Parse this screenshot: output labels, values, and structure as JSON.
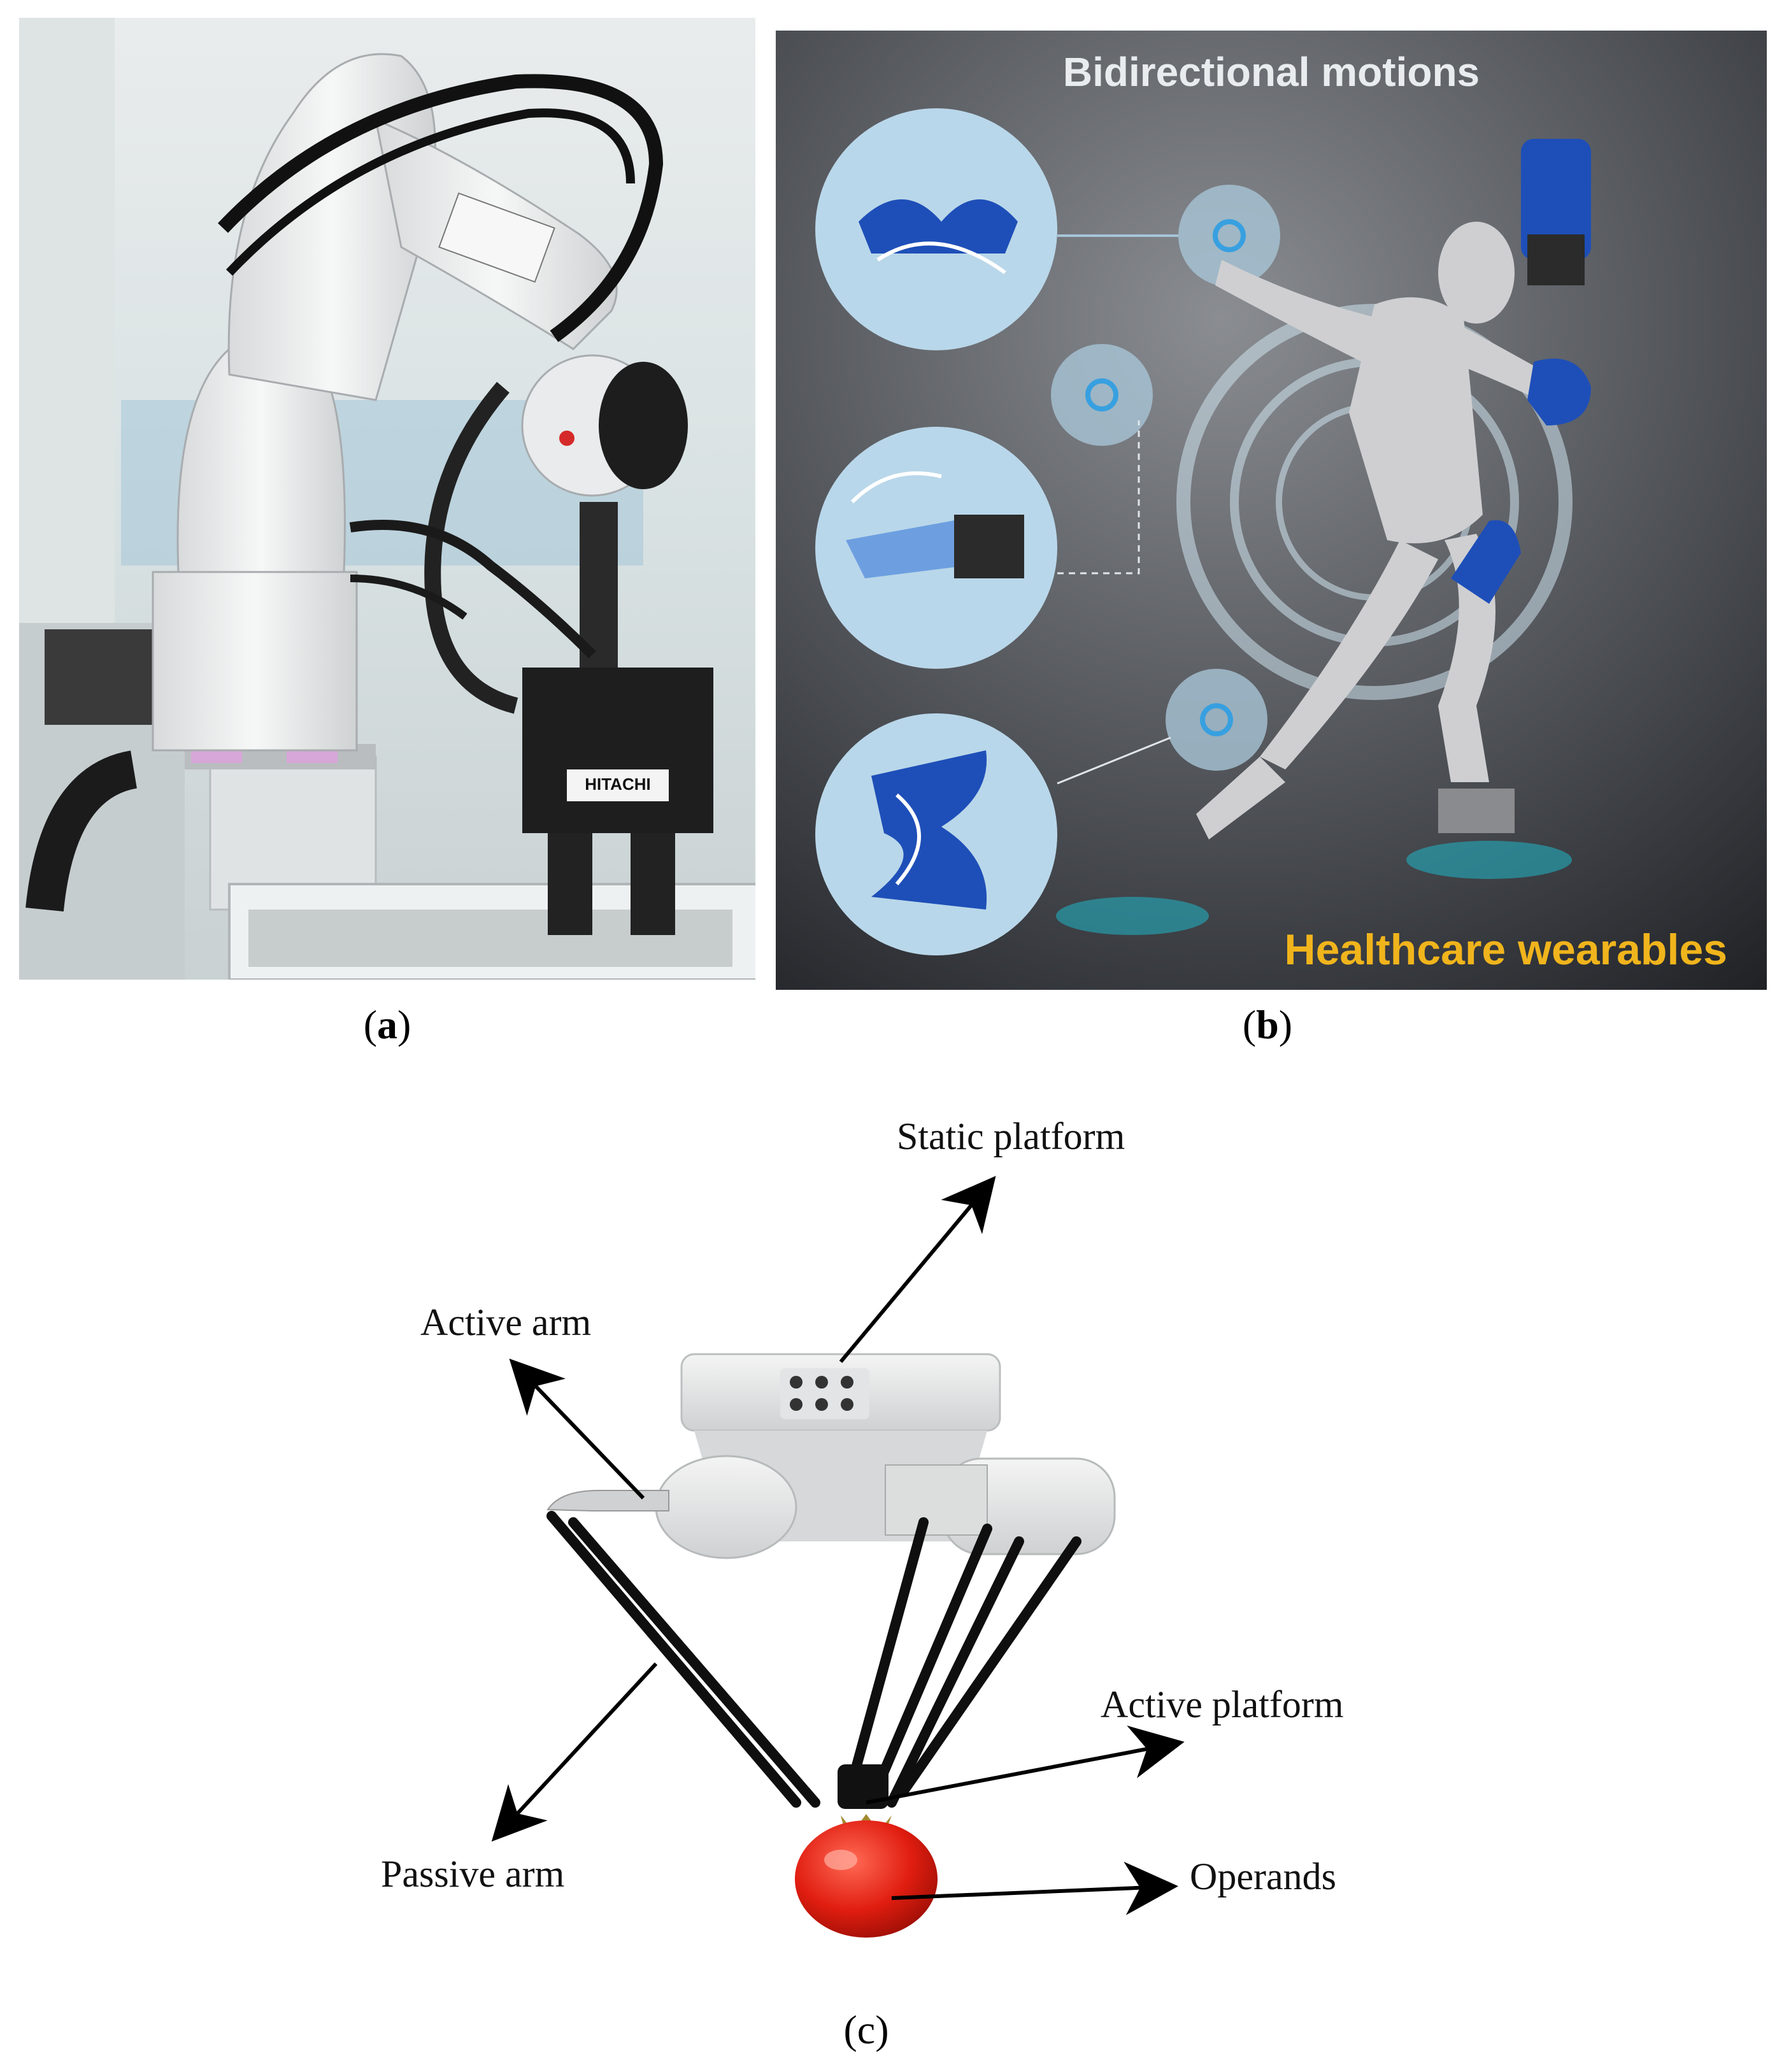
{
  "panel_a": {
    "caption_letter": "a",
    "badge_text": "HITACHI"
  },
  "panel_b": {
    "caption_letter": "b",
    "title": "Bidirectional motions",
    "footer": "Healthcare wearables"
  },
  "panel_c": {
    "caption_letter": "c",
    "labels": {
      "static_platform": "Static platform",
      "active_arm": "Active arm",
      "active_platform": "Active platform",
      "passive_arm": "Passive arm",
      "operands": "Operands"
    }
  },
  "colors": {
    "robot_white": "#eef0f1",
    "cable_black": "#151515",
    "wearable_blue": "#1e4fb8",
    "accent_yellow": "#f0b41c",
    "tomato_red": "#e01d10"
  }
}
